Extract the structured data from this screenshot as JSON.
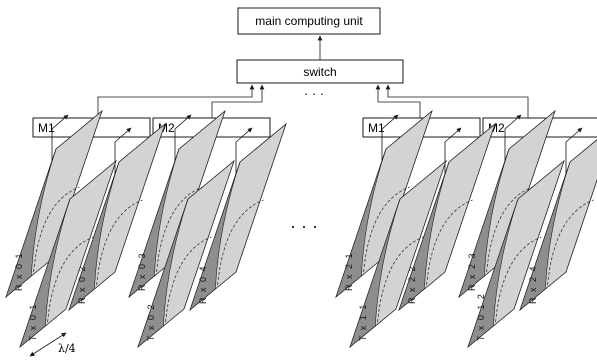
{
  "nodes": {
    "main_unit": "main computing unit",
    "switch": "switch",
    "modules": [
      "M1",
      "M2",
      "M1",
      "M2"
    ]
  },
  "plates": {
    "left": [
      "R x 0 1",
      "T x 0 1",
      "R x 0 2",
      "R x 0 3",
      "T x 0 2",
      "R x 0 4"
    ],
    "right": [
      "R x 2 1",
      "T x 1 1",
      "R x 2 2",
      "R x 2 3",
      "T x 0 1 2",
      "R x 2 4"
    ]
  },
  "ellipsis": {
    "top": "· · ·",
    "middle": "· · ·"
  },
  "dimension": "λ/4",
  "colors": {
    "plate_light": "#d3d3d3",
    "plate_dark": "#8e8e8e",
    "line": "#1a1a1a"
  }
}
